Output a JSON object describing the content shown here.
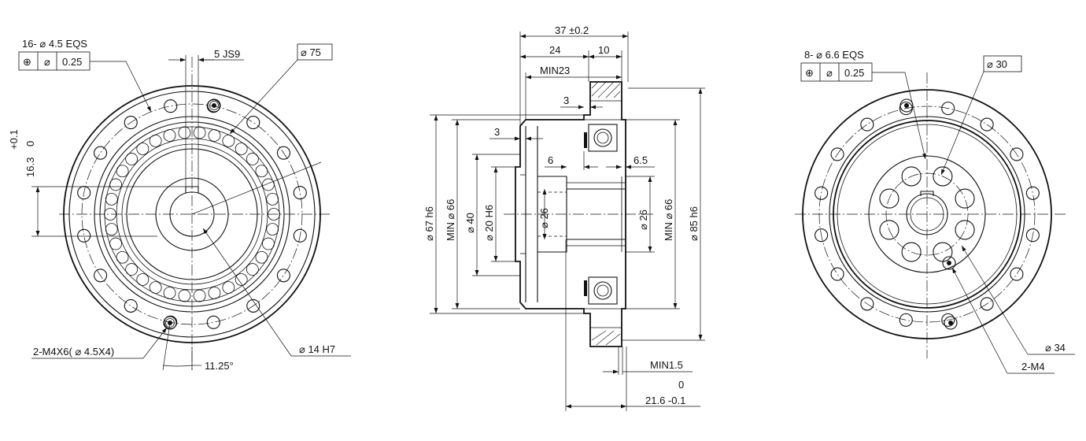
{
  "left_view": {
    "holes_label": "16- ⌀ 4.5 EQS",
    "frame_pos_symbol": "⊕",
    "frame_dia_symbol": "⌀",
    "frame_tolerance": "0.25",
    "keyway_label": "5 JS9",
    "pitch_dia_box": "⌀ 75",
    "keyway_height": "16.3",
    "keyway_tol_upper": "+0.1",
    "keyway_tol_lower": "0",
    "tap_label": "2-M4X6( ⌀ 4.5X4)",
    "angle_label": "11.25°",
    "bore_label": "⌀ 14 H7"
  },
  "section_view": {
    "overall_length": "37 ±0.2",
    "length_24": "24",
    "length_10": "10",
    "min_23": "MIN23",
    "dim_3_top": "3",
    "dim_3_left": "3",
    "dim_6": "6",
    "dim_6_5": "6.5",
    "dia_67": "⌀ 67 h6",
    "dia_66_min_left": "MIN ⌀ 66",
    "dia_40": "⌀ 40",
    "dia_20": "⌀ 20 H6",
    "dia_26_left": "⌀ 26",
    "dia_26_right": "⌀ 26",
    "dia_66_min_right": "MIN ⌀ 66",
    "dia_85": "⌀ 85 h6",
    "min_1_5": "MIN1.5",
    "bottom_tol_upper": "0",
    "bottom_dim": "21.6 -0.1"
  },
  "right_view": {
    "holes_label": "8- ⌀ 6.6 EQS",
    "frame_pos_symbol": "⊕",
    "frame_dia_symbol": "⌀",
    "frame_tolerance": "0.25",
    "pitch_dia_box": "⌀ 30",
    "dia_34": "⌀ 34",
    "tap_label": "2-M4"
  }
}
